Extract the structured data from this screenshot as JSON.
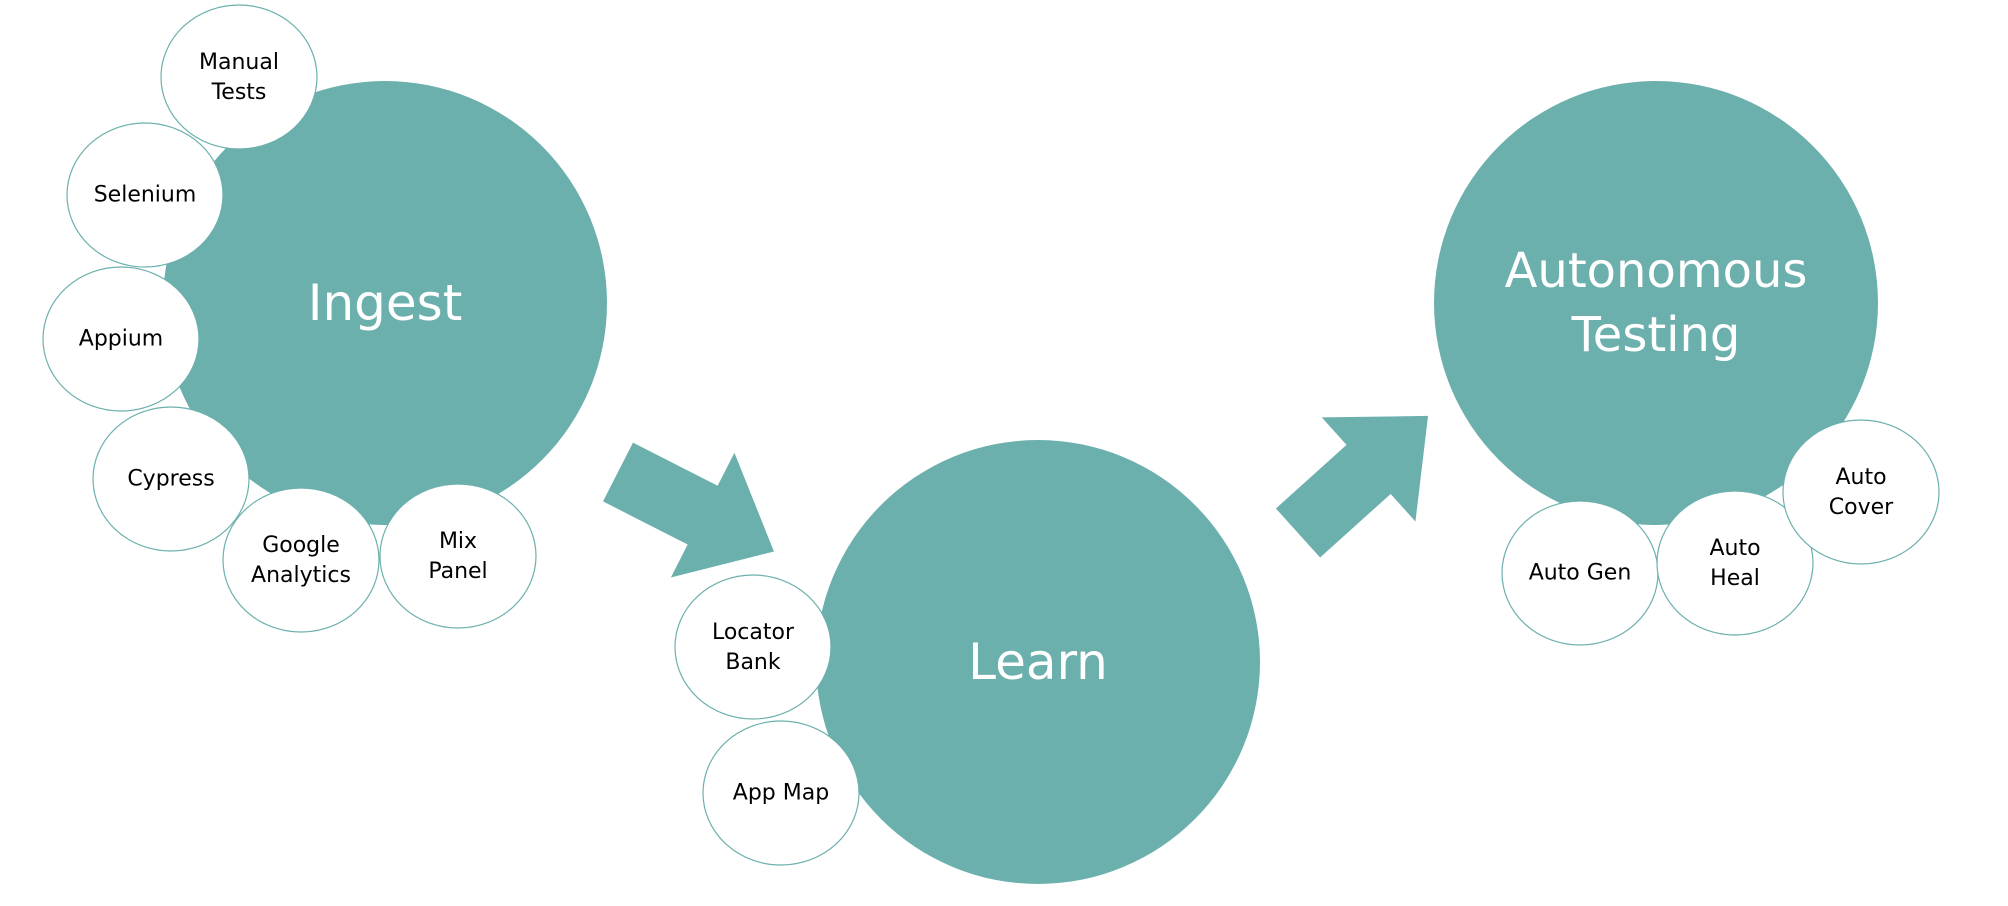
{
  "colors": {
    "primary": "#6cb0ad",
    "satellite_fill": "#ffffff",
    "satellite_stroke": "#6cb0ad",
    "label_on_primary": "#ffffff",
    "label_on_satellite": "#000000"
  },
  "stages": {
    "ingest": {
      "label": "Ingest",
      "satellites": [
        {
          "lines": [
            "Manual",
            "Tests"
          ]
        },
        {
          "lines": [
            "Selenium"
          ]
        },
        {
          "lines": [
            "Appium"
          ]
        },
        {
          "lines": [
            "Cypress"
          ]
        },
        {
          "lines": [
            "Google",
            "Analytics"
          ]
        },
        {
          "lines": [
            "Mix",
            "Panel"
          ]
        }
      ]
    },
    "learn": {
      "label": "Learn",
      "satellites": [
        {
          "lines": [
            "Locator",
            "Bank"
          ]
        },
        {
          "lines": [
            "App Map"
          ]
        }
      ]
    },
    "autonomous": {
      "label_lines": [
        "Autonomous",
        "Testing"
      ],
      "satellites": [
        {
          "lines": [
            "Auto Gen"
          ]
        },
        {
          "lines": [
            "Auto",
            "Heal"
          ]
        },
        {
          "lines": [
            "Auto",
            "Cover"
          ]
        }
      ]
    }
  },
  "arrows": [
    {
      "from": "ingest",
      "to": "learn",
      "icon": "arrow-down-right-icon"
    },
    {
      "from": "learn",
      "to": "autonomous",
      "icon": "arrow-up-right-icon"
    }
  ]
}
